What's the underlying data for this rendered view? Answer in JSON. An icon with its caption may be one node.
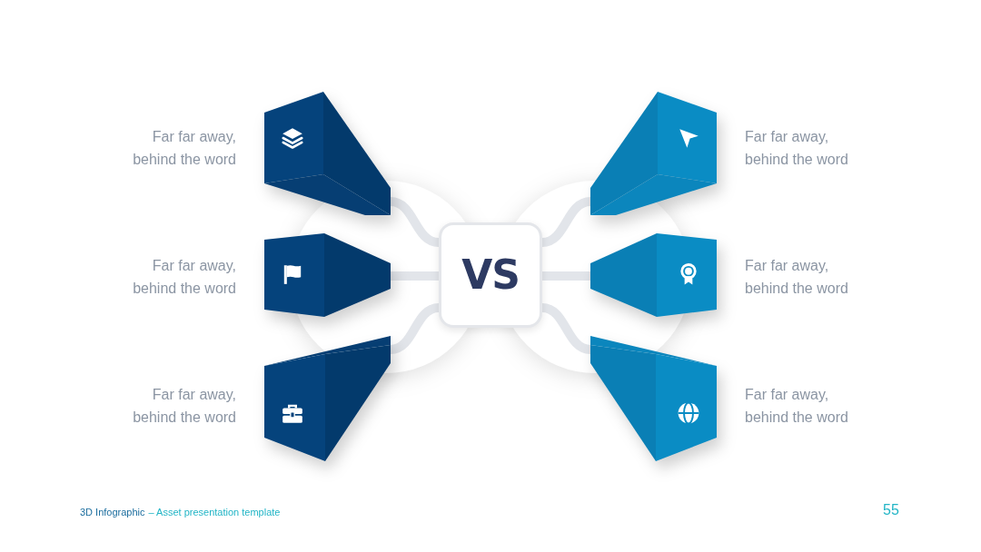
{
  "diagram": {
    "nodes": [
      {
        "text": [],
        "shape": "box",
        "beside": [
          "Far far away, behind the word"
        ]
      },
      {
        "text": [],
        "shape": "box",
        "beside": [
          "Far far away, behind the word"
        ]
      },
      {
        "text": [],
        "shape": "box",
        "beside": [
          "Far far away, behind the word"
        ]
      },
      {
        "text": [
          "VS"
        ]
      },
      {
        "text": [],
        "shape": "box",
        "beside": [
          "Far far away, behind the word"
        ]
      },
      {
        "text": [],
        "shape": "box",
        "beside": [
          "Far far away, behind the word"
        ]
      },
      {
        "text": [],
        "shape": "box",
        "beside": [
          "Far far away, behind the word"
        ]
      }
    ],
    "edges": [
      {
        "from": 0,
        "to": 3,
        "arrow": "none"
      },
      {
        "from": 1,
        "to": 3,
        "arrow": "none"
      },
      {
        "from": 2,
        "to": 3,
        "arrow": "none"
      },
      {
        "from": 4,
        "to": 3,
        "arrow": "none"
      },
      {
        "from": 5,
        "to": 3,
        "arrow": "none"
      },
      {
        "from": 6,
        "to": 3,
        "arrow": "none"
      }
    ],
    "labels": [
      "3D Infographic",
      "– Asset presentation template",
      "55"
    ]
  }
}
